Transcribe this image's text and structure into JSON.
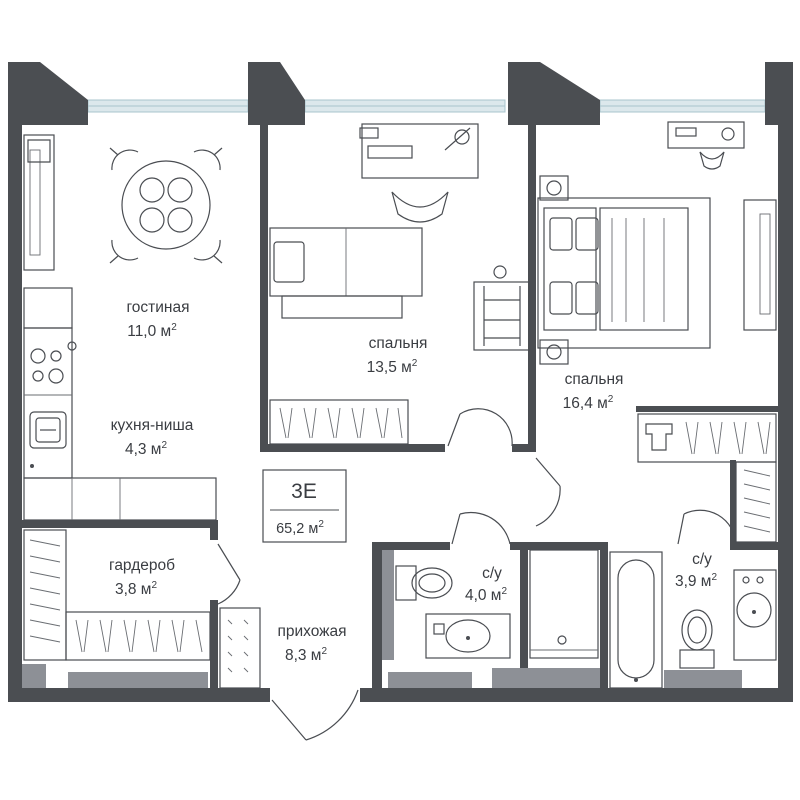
{
  "colors": {
    "wall": "#4b4e52",
    "wall_dark": "#3c3f43",
    "accent_wall": "#8d9096",
    "window": "#dce8ec",
    "line": "#4a4d52",
    "text": "#3a3d42",
    "background": "#ffffff"
  },
  "apartment": {
    "code": "3Е",
    "total_area": "65,2 м",
    "area_unit_sup": "2"
  },
  "rooms": [
    {
      "name": "гостиная",
      "area": "11,0 м",
      "sup": "2"
    },
    {
      "name": "кухня-ниша",
      "area": "4,3 м",
      "sup": "2"
    },
    {
      "name": "спальня",
      "area": "13,5 м",
      "sup": "2"
    },
    {
      "name": "спальня",
      "area": "16,4 м",
      "sup": "2"
    },
    {
      "name": "гардероб",
      "area": "3,8 м",
      "sup": "2"
    },
    {
      "name": "прихожая",
      "area": "8,3 м",
      "sup": "2"
    },
    {
      "name": "с/у",
      "area": "4,0 м",
      "sup": "2"
    },
    {
      "name": "с/у",
      "area": "3,9 м",
      "sup": "2"
    }
  ],
  "icons": [
    "dining-table-icon",
    "tv-icon",
    "stove-icon",
    "sink-icon",
    "desk-icon",
    "office-chair-icon",
    "sofa-bed-icon",
    "double-bed-icon",
    "nightstand-icon",
    "clothes-rack-icon",
    "wardrobe-icon",
    "toilet-icon",
    "washbasin-icon",
    "shower-icon",
    "bathtub-icon",
    "washing-machine-icon",
    "door-icon"
  ]
}
